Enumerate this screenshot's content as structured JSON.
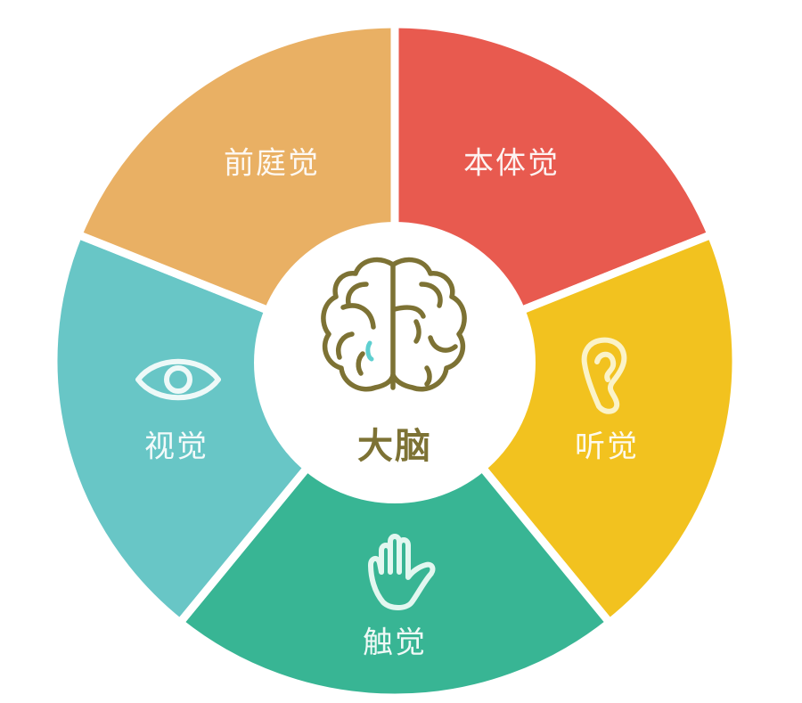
{
  "center": {
    "label": "大脑",
    "icon": "brain-icon",
    "color": "#7d7234",
    "accent": "#5ecfd0"
  },
  "segments": [
    {
      "label": "本体觉",
      "color": "#e85a4f",
      "icon": null
    },
    {
      "label": "听觉",
      "color": "#f2c21f",
      "icon": "ear-icon"
    },
    {
      "label": "触觉",
      "color": "#38b594",
      "icon": "hand-icon"
    },
    {
      "label": "视觉",
      "color": "#68c6c6",
      "icon": "eye-icon"
    },
    {
      "label": "前庭觉",
      "color": "#e9b064",
      "icon": null
    }
  ]
}
